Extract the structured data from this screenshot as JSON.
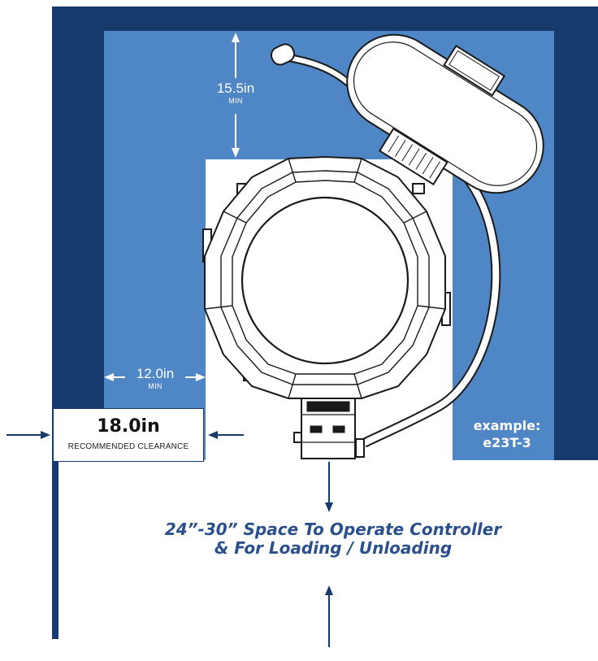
{
  "diagram": {
    "top_clearance": {
      "value": "15.5in",
      "sub": "MIN"
    },
    "side_clearance": {
      "value": "12.0in",
      "sub": "MIN"
    },
    "recommended": {
      "value": "18.0in",
      "caption": "RECOMMENDED CLEARANCE"
    },
    "example": {
      "line1": "example:",
      "line2": "e23T-3"
    },
    "operating_space": {
      "line1": "24”-30” Space To Operate Controller",
      "line2": "& For Loading / Unloading"
    }
  },
  "colors": {
    "outer_wall": "#163a6b",
    "clearance_zone": "#4f86c6",
    "operating_text": "#2a4f8c",
    "equipment_line": "#1a1a1a"
  },
  "icons": [
    "kiln-top-view-drawing",
    "dimension-arrow"
  ]
}
